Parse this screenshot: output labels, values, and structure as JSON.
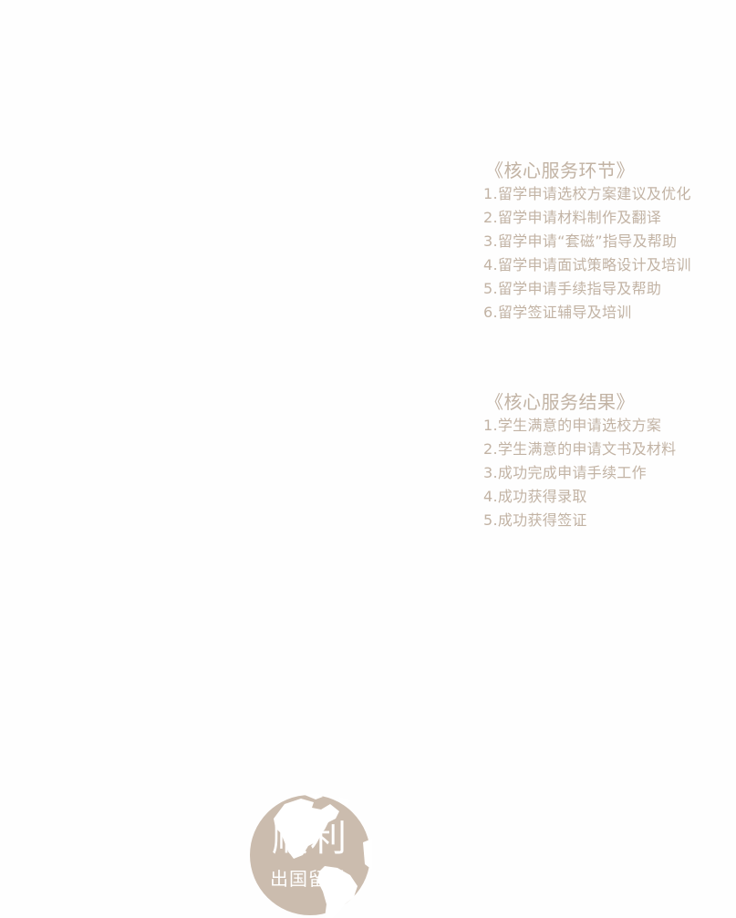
{
  "theme": {
    "text_color": "#c2b3a4",
    "globe_color": "#cbbcae",
    "background": "#fefefe"
  },
  "sections": [
    {
      "title": "《核心服务环节》",
      "items": [
        "1.留学申请选校方案建议及优化",
        "2.留学申请材料制作及翻译",
        "3.留学申请“套磁”指导及帮助",
        "4.留学申请面试策略设计及培训",
        "5.留学申请手续指导及帮助",
        "6.留学签证辅导及培训"
      ]
    },
    {
      "title": "《核心服务结果》",
      "items": [
        "1.学生满意的申请选校方案",
        "2.学生满意的申请文书及材料",
        "3.成功完成申请手续工作",
        "4.成功获得录取",
        "5.成功获得签证"
      ]
    }
  ],
  "logo": {
    "icon": "globe-icon",
    "main_text": "顺利",
    "sub_text": "出国留学"
  }
}
